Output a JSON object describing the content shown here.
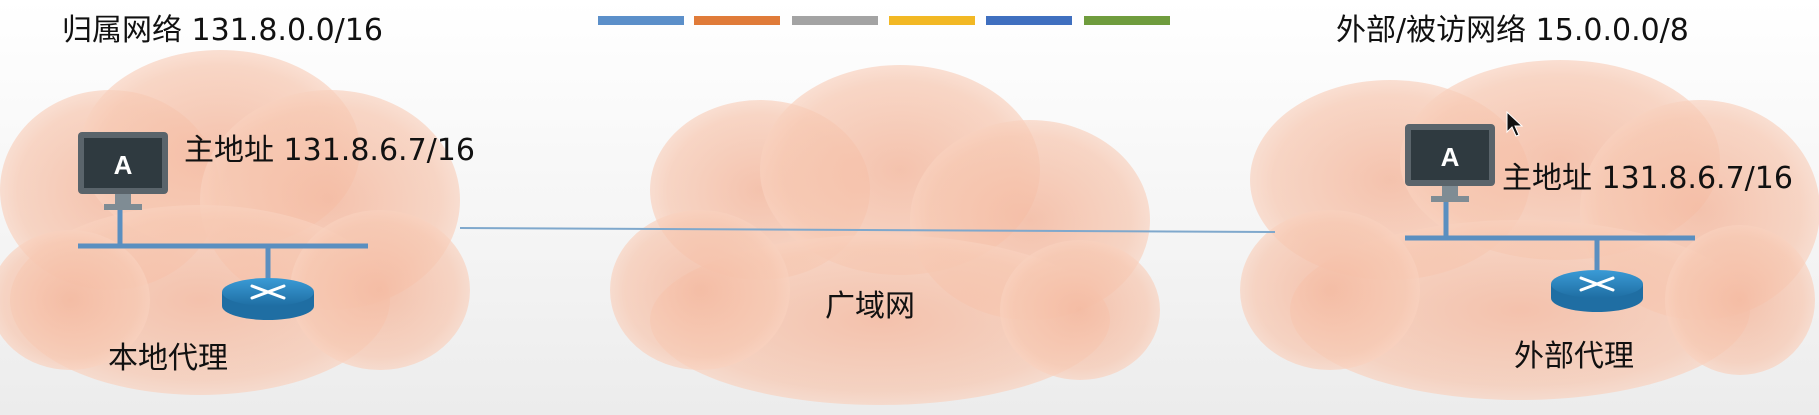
{
  "colors": {
    "cloud": "#f7c9b3",
    "cloud_edge": "#f3b79c",
    "network_line": "#5a8fc0",
    "wan_line": "#7fa8cc",
    "router_top": "#2e8bc7",
    "router_side": "#1f6ea3",
    "monitor_frame": "#555f66",
    "monitor_screen": "#2f3a40",
    "stand": "#7f8c94"
  },
  "color_bars": [
    "#5b8fc9",
    "#e07b39",
    "#a3a3a3",
    "#f2b824",
    "#3f6fbf",
    "#6f9c3d"
  ],
  "home": {
    "title": "归属网络 131.8.0.0/16",
    "host_letter": "A",
    "host_address": "主地址 131.8.6.7/16",
    "router_label": "本地代理",
    "host_icon": "computer-icon",
    "router_icon": "router-icon"
  },
  "wan": {
    "label": "广域网"
  },
  "foreign": {
    "title": "外部/被访网络 15.0.0.0/8",
    "host_letter": "A",
    "host_address": "主地址 131.8.6.7/16",
    "router_label": "外部代理",
    "host_icon": "computer-icon",
    "router_icon": "router-icon"
  },
  "cursor_icon": "mouse-pointer-icon"
}
